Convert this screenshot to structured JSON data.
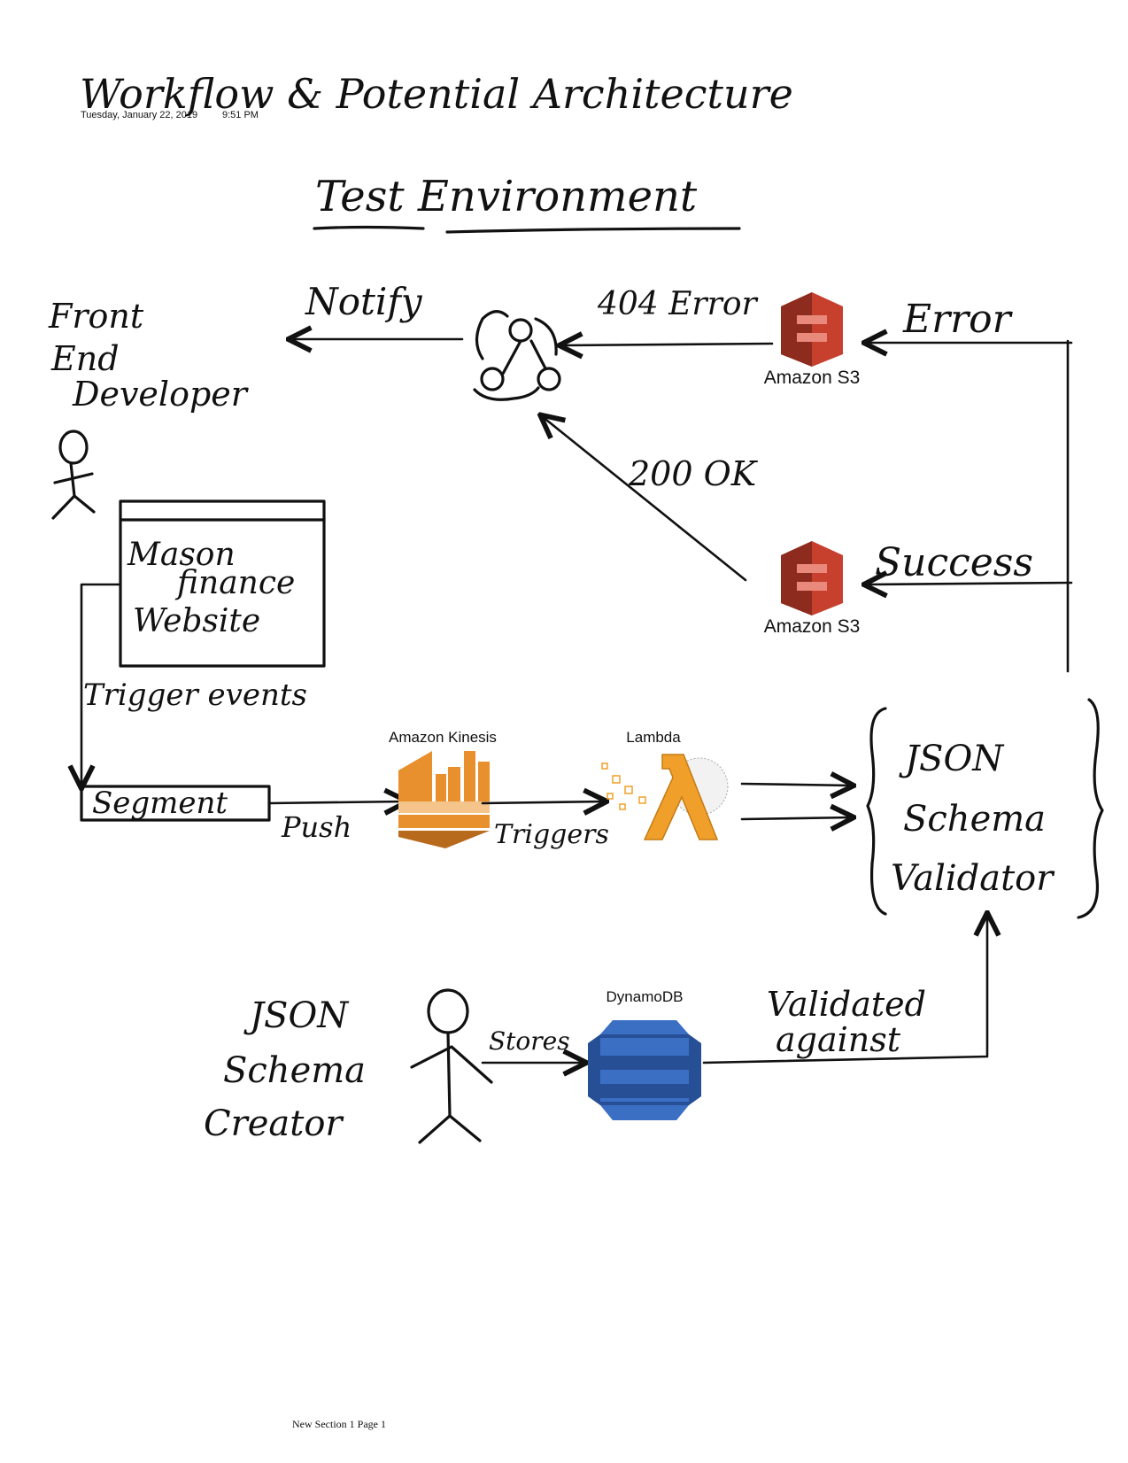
{
  "page": {
    "title": "Workflow & Potential Architecture",
    "date": "Tuesday, January 22, 2019",
    "time": "9:51 PM",
    "subtitle": "Test Environment",
    "footer": "New Section 1 Page 1"
  },
  "actors": {
    "front_end_developer": [
      "Front",
      "End",
      "Developer"
    ],
    "json_schema_creator": [
      "JSON",
      "Schema",
      "Creator"
    ]
  },
  "nodes": {
    "website": [
      "Mason",
      "finance",
      "Website"
    ],
    "segment": "Segment",
    "kinesis": "Amazon Kinesis",
    "lambda": "Lambda",
    "validator": [
      "JSON",
      "Schema",
      "Validator"
    ],
    "s3_error": "Amazon S3",
    "s3_success": "Amazon S3",
    "dynamodb": "DynamoDB"
  },
  "edges": {
    "notify": "Notify",
    "error_404": "404 Error",
    "ok_200": "200 OK",
    "error": "Error",
    "success": "Success",
    "trigger_events": "Trigger events",
    "push": "Push",
    "triggers": "Triggers",
    "stores": "Stores",
    "validated_against": [
      "Validated",
      "against"
    ]
  },
  "icons": {
    "webhook": "webhook-icon",
    "s3": "amazon-s3-icon",
    "kinesis": "amazon-kinesis-icon",
    "lambda": "aws-lambda-icon",
    "dynamodb": "dynamodb-icon",
    "person": "stick-figure-icon"
  },
  "colors": {
    "ink": "#111111",
    "s3_red": "#c7402e",
    "s3_dark": "#8c2b1e",
    "kinesis_orange": "#e88f2e",
    "kinesis_dark": "#b86a1c",
    "lambda_orange": "#f0a02a",
    "dynamo_blue": "#3b6fc4",
    "dynamo_dark": "#274f96"
  }
}
